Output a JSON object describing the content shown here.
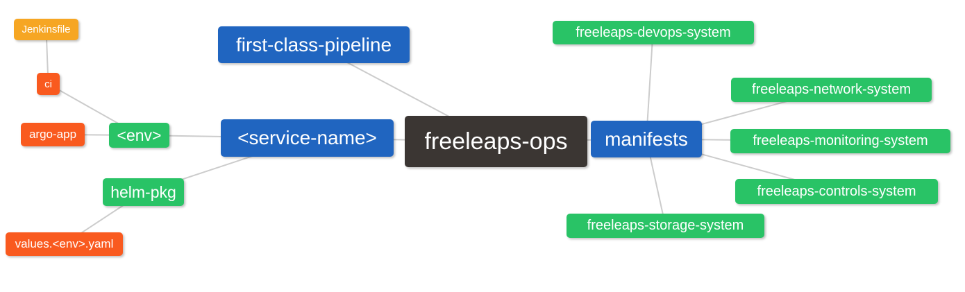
{
  "diagram": {
    "type": "mindmap",
    "root_label": "freeleaps-ops",
    "colors": {
      "root_bg": "#3b3633",
      "branch_bg": "#2065c0",
      "leaf_green_bg": "#29c366",
      "leaf_red_bg": "#f95a1f",
      "leaf_orange_bg": "#f6a623",
      "edge": "#cccccc",
      "text": "#ffffff",
      "background": "#ffffff"
    },
    "nodes": {
      "freeleaps_ops": "freeleaps-ops",
      "first_class_pipeline": "first-class-pipeline",
      "service_name": "<service-name>",
      "manifests": "manifests",
      "env": "<env>",
      "helm_pkg": "helm-pkg",
      "argo_app": "argo-app",
      "ci": "ci",
      "jenkinsfile": "Jenkinsfile",
      "values_env_yaml": "values.<env>.yaml",
      "devops_system": "freeleaps-devops-system",
      "network_system": "freeleaps-network-system",
      "monitoring_system": "freeleaps-monitoring-system",
      "controls_system": "freeleaps-controls-system",
      "storage_system": "freeleaps-storage-system"
    },
    "edges": [
      [
        "jenkinsfile",
        "ci"
      ],
      [
        "ci",
        "env"
      ],
      [
        "argo_app",
        "env"
      ],
      [
        "env",
        "service_name"
      ],
      [
        "helm_pkg",
        "service_name"
      ],
      [
        "values_env_yaml",
        "helm_pkg"
      ],
      [
        "first_class_pipeline",
        "freeleaps_ops"
      ],
      [
        "service_name",
        "freeleaps_ops"
      ],
      [
        "freeleaps_ops",
        "manifests"
      ],
      [
        "manifests",
        "devops_system"
      ],
      [
        "manifests",
        "network_system"
      ],
      [
        "manifests",
        "monitoring_system"
      ],
      [
        "manifests",
        "controls_system"
      ],
      [
        "manifests",
        "storage_system"
      ]
    ]
  }
}
